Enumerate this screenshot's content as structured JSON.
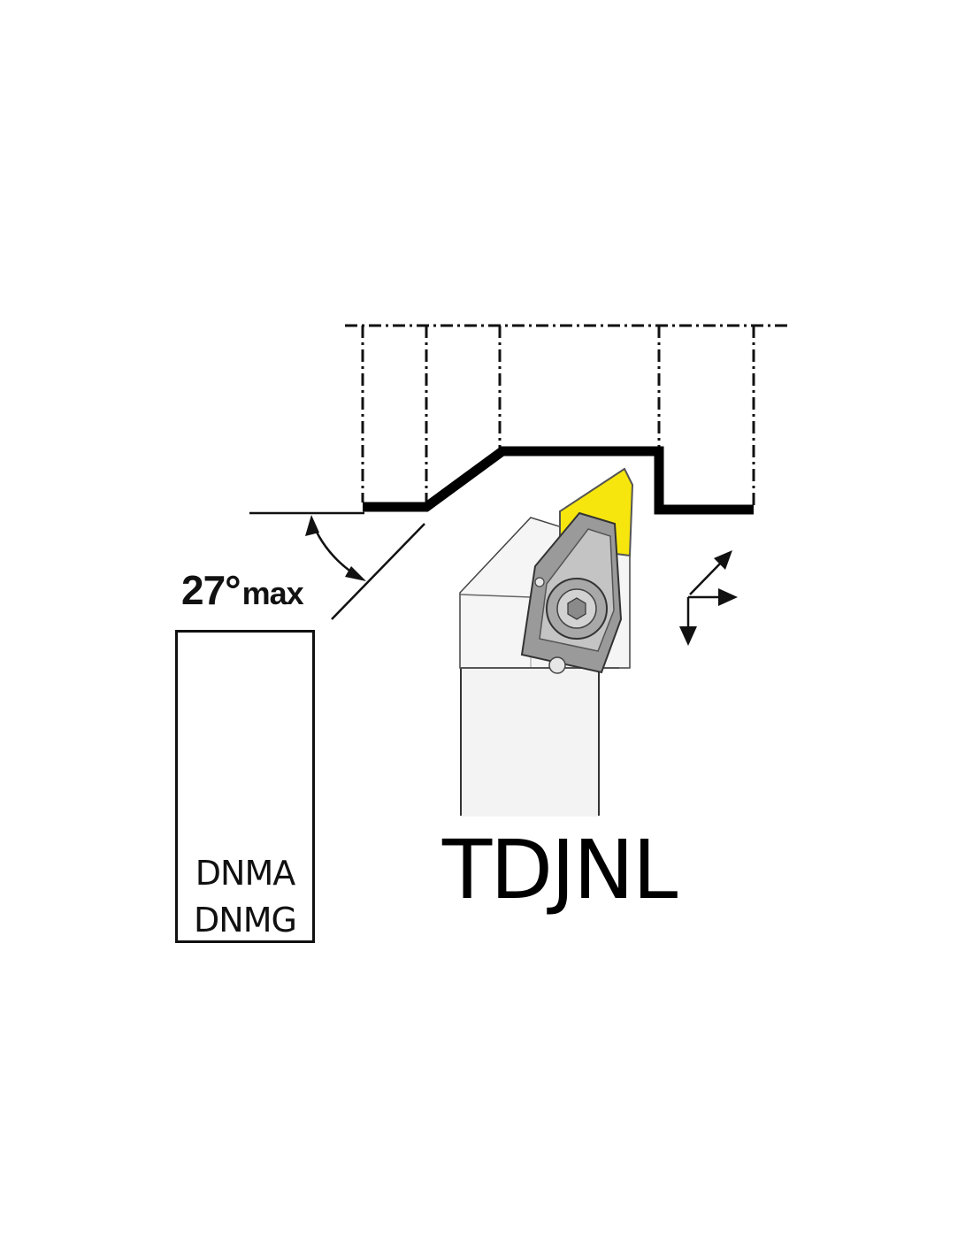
{
  "angle_label": {
    "value": "27°",
    "suffix": "max"
  },
  "insert_box": {
    "codes": [
      "DNMA",
      "DNMG"
    ]
  },
  "model": {
    "name": "TDJNL"
  },
  "colors": {
    "outline": "#111111",
    "insert_yellow": "#f6e60e",
    "holder_grey": "#9a9a9a",
    "shank_fill": "#f3f3f3",
    "insert_dark": "#3a3a3e",
    "insert_edge": "#d8c49a"
  }
}
